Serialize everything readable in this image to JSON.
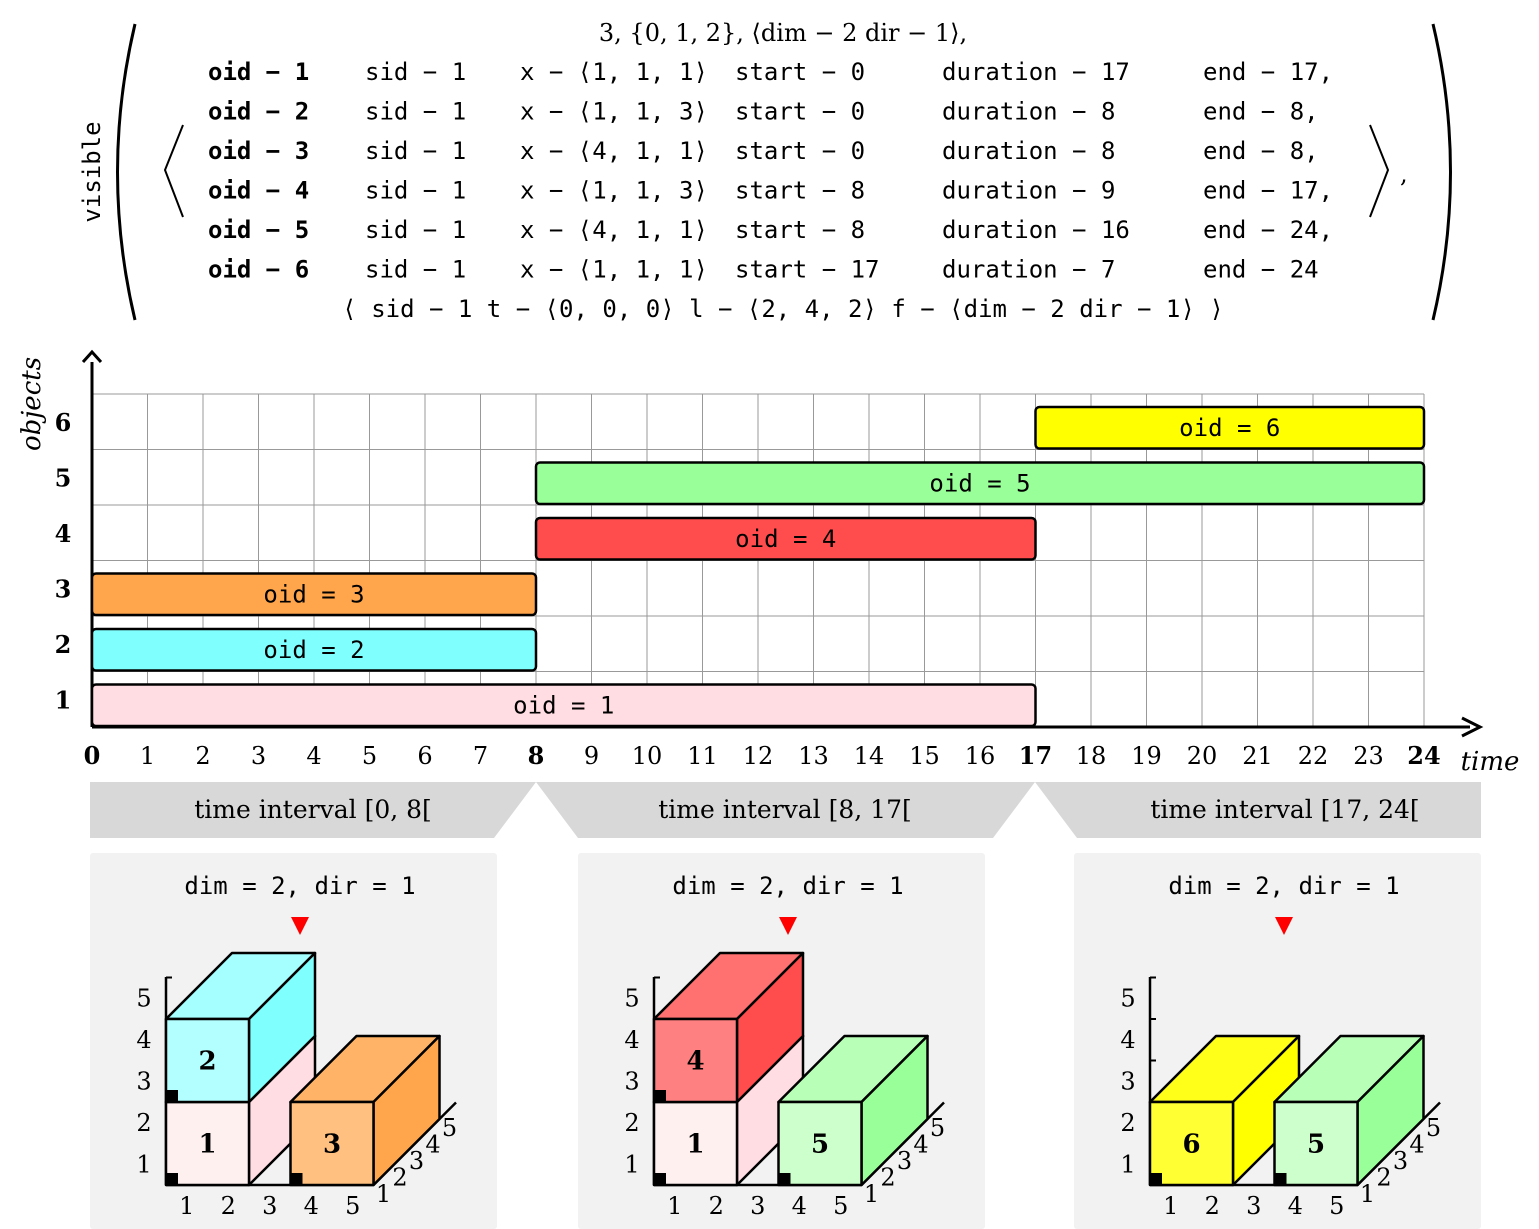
{
  "formula": {
    "keyword": "visible",
    "header": "3,   {0, 1, 2},   ⟨dim − 2 dir − 1⟩,",
    "rows": [
      {
        "oid": "oid − 1",
        "sid": "sid − 1",
        "x": "x − ⟨1, 1, 1⟩",
        "start": "start − 0",
        "duration": "duration − 17",
        "end": "end − 17,"
      },
      {
        "oid": "oid − 2",
        "sid": "sid − 1",
        "x": "x − ⟨1, 1, 3⟩",
        "start": "start − 0",
        "duration": "duration − 8",
        "end": "end − 8,"
      },
      {
        "oid": "oid − 3",
        "sid": "sid − 1",
        "x": "x − ⟨4, 1, 1⟩",
        "start": "start − 0",
        "duration": "duration − 8",
        "end": "end − 8,"
      },
      {
        "oid": "oid − 4",
        "sid": "sid − 1",
        "x": "x − ⟨1, 1, 3⟩",
        "start": "start − 8",
        "duration": "duration − 9",
        "end": "end − 17,"
      },
      {
        "oid": "oid − 5",
        "sid": "sid − 1",
        "x": "x − ⟨4, 1, 1⟩",
        "start": "start − 8",
        "duration": "duration − 16",
        "end": "end − 24,"
      },
      {
        "oid": "oid − 6",
        "sid": "sid − 1",
        "x": "x − ⟨1, 1, 1⟩",
        "start": "start − 17",
        "duration": "duration − 7",
        "end": "end − 24"
      }
    ],
    "shape_line": "⟨  sid − 1    t − ⟨0, 0, 0⟩    l − ⟨2, 4, 2⟩    f − ⟨dim − 2 dir − 1⟩  ⟩",
    "trailing_comma": ","
  },
  "chart_data": {
    "type": "gantt",
    "xlabel": "time",
    "ylabel": "objects",
    "xlim": [
      0,
      24
    ],
    "ylim": [
      0,
      6
    ],
    "x_ticks": [
      0,
      1,
      2,
      3,
      4,
      5,
      6,
      7,
      8,
      9,
      10,
      11,
      12,
      13,
      14,
      15,
      16,
      17,
      18,
      19,
      20,
      21,
      22,
      23,
      24
    ],
    "bold_x_ticks": [
      0,
      8,
      17,
      24
    ],
    "y_ticks": [
      1,
      2,
      3,
      4,
      5,
      6
    ],
    "grid": true,
    "bars": [
      {
        "oid": 1,
        "label": "oid = 1",
        "start": 0,
        "end": 17,
        "color": "#ffdde2"
      },
      {
        "oid": 2,
        "label": "oid = 2",
        "start": 0,
        "end": 8,
        "color": "#80ffff"
      },
      {
        "oid": 3,
        "label": "oid = 3",
        "start": 0,
        "end": 8,
        "color": "#ffa64d"
      },
      {
        "oid": 4,
        "label": "oid = 4",
        "start": 8,
        "end": 17,
        "color": "#ff4d4d"
      },
      {
        "oid": 5,
        "label": "oid = 5",
        "start": 8,
        "end": 24,
        "color": "#99ff99"
      },
      {
        "oid": 6,
        "label": "oid = 6",
        "start": 17,
        "end": 24,
        "color": "#ffff00"
      }
    ]
  },
  "intervals": [
    "time interval [0, 8[",
    "time interval [8, 17[",
    "time interval [17, 24["
  ],
  "panels": [
    {
      "title": "dim = 2, dir = 1",
      "boxes": [
        {
          "oid": 1,
          "x": 1,
          "y": 1,
          "z": 1,
          "front": "#fff0f0",
          "top": "#ffe5e8",
          "side": "#ffdde2"
        },
        {
          "oid": 2,
          "x": 1,
          "y": 1,
          "z": 3,
          "front": "#b3ffff",
          "top": "#a6ffff",
          "side": "#80ffff"
        },
        {
          "oid": 3,
          "x": 4,
          "y": 1,
          "z": 1,
          "front": "#ffc080",
          "top": "#ffb366",
          "side": "#ffa64d"
        }
      ]
    },
    {
      "title": "dim = 2, dir = 1",
      "boxes": [
        {
          "oid": 1,
          "x": 1,
          "y": 1,
          "z": 1,
          "front": "#fff0f0",
          "top": "#ffe5e8",
          "side": "#ffdde2"
        },
        {
          "oid": 4,
          "x": 1,
          "y": 1,
          "z": 3,
          "front": "#ff8080",
          "top": "#ff7070",
          "side": "#ff4d4d"
        },
        {
          "oid": 5,
          "x": 4,
          "y": 1,
          "z": 1,
          "front": "#ccffcc",
          "top": "#b8ffb8",
          "side": "#99ff99"
        }
      ]
    },
    {
      "title": "dim = 2, dir = 1",
      "boxes": [
        {
          "oid": 6,
          "x": 1,
          "y": 1,
          "z": 1,
          "front": "#ffff33",
          "top": "#ffff1a",
          "side": "#ffff00"
        },
        {
          "oid": 5,
          "x": 4,
          "y": 1,
          "z": 1,
          "front": "#ccffcc",
          "top": "#b8ffb8",
          "side": "#99ff99"
        }
      ]
    }
  ],
  "panel_axes": {
    "x_ticks": [
      "1",
      "2",
      "3",
      "4",
      "5"
    ],
    "y_ticks": [
      "1",
      "2",
      "3",
      "4",
      "5"
    ],
    "z_ticks": [
      "1",
      "2",
      "3",
      "4",
      "5"
    ]
  },
  "colors": {
    "grid": "#999999",
    "interval_band": "#d8d8d8",
    "panel_bg": "#f2f2f2",
    "direction_marker": "#ff0000"
  }
}
